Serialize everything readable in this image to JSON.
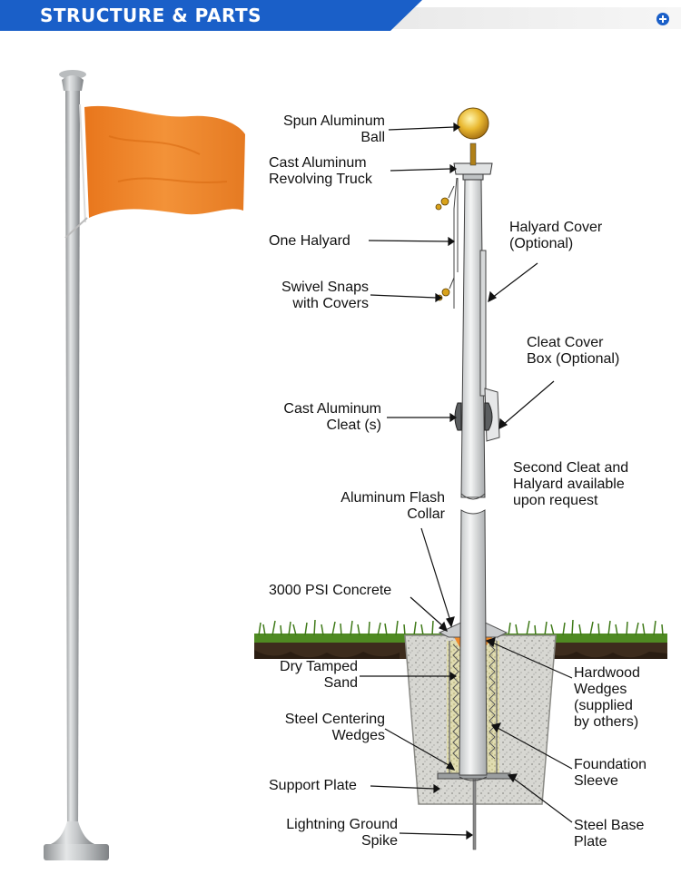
{
  "header": {
    "title": "STRUCTURE & PARTS",
    "bg_color": "#1a5fc8",
    "plus_icon": "plus-circle-icon"
  },
  "flag": {
    "color": "#f08428"
  },
  "labels": {
    "ball": [
      "Spun Aluminum",
      "Ball"
    ],
    "truck": [
      "Cast Aluminum",
      "Revolving Truck"
    ],
    "halyard": [
      "One Halyard"
    ],
    "swivel": [
      "Swivel Snaps",
      "with Covers"
    ],
    "cleat": [
      "Cast Aluminum",
      "Cleat (s)"
    ],
    "collar": [
      "Aluminum Flash",
      "Collar"
    ],
    "concrete": [
      "3000 PSI Concrete"
    ],
    "sand": [
      "Dry Tamped",
      "Sand"
    ],
    "centering": [
      "Steel Centering",
      "Wedges"
    ],
    "support": [
      "Support Plate"
    ],
    "spike": [
      "Lightning Ground",
      "Spike"
    ],
    "halyard_cover": [
      "Halyard Cover",
      "(Optional)"
    ],
    "cleat_cover": [
      "Cleat Cover",
      "Box (Optional)"
    ],
    "second_cleat": [
      "Second Cleat and",
      "Halyard available",
      "upon request"
    ],
    "hardwood": [
      "Hardwood",
      "Wedges",
      "(supplied",
      "by others)"
    ],
    "sleeve": [
      "Foundation",
      "Sleeve"
    ],
    "base_plate": [
      "Steel Base",
      "Plate"
    ]
  }
}
